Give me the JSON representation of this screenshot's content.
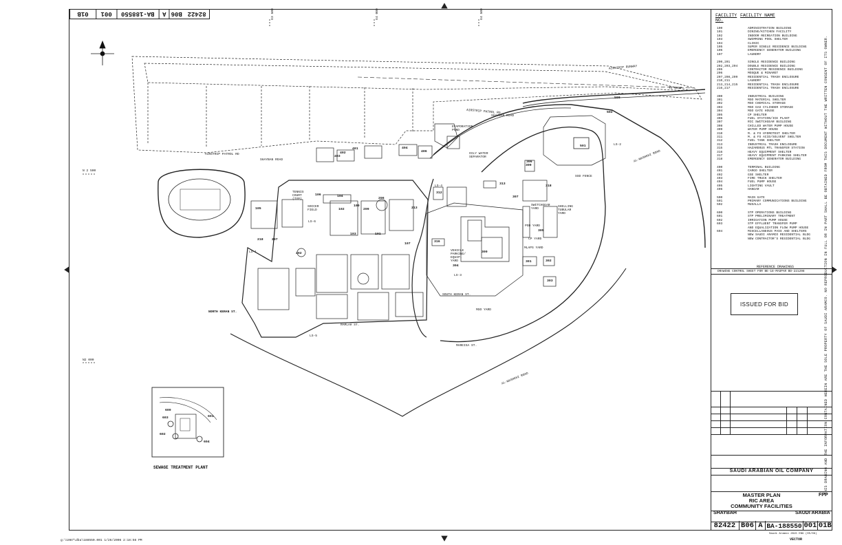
{
  "sheet": {
    "top_strip": {
      "number": "82422",
      "plant": "B06",
      "index": "A",
      "drawing": "BA-188550",
      "sheet": "001",
      "rev": "01B"
    },
    "side_note": "THIS DRAWING AND THE INFORMATION CONTAINED HEREIN ARE THE SOLE PROPERTY OF SAUDI ARAMCO. NO REPRODUCTION IN FULL OR IN PART SHALL BE OBTAINED FROM THIS DOCUMENT WITHOUT THE WRITTEN CONSENT OF ITS OWNER.",
    "issued": "ISSUED FOR BID",
    "company": "SAUDI ARABIAN OIL COMPANY",
    "title_lines": [
      "MASTER PLAN",
      "RIC AREA",
      "COMMUNITY FACILITIES"
    ],
    "loc_left": "SHAYBAH",
    "loc_right": "SAUDI ARABIA",
    "fpp": "FPP",
    "bottom_row": {
      "num": "82422",
      "plant": "B06",
      "idx": "A",
      "drawing": "BA-188550",
      "sheet": "001",
      "rev": "01B"
    },
    "footer": "g:\\1087\\dba\\188550.001  1/26/2006 2:18:56 PM",
    "vector": "VECTOR",
    "vector_sub": "Saudi Aramco 2615 ENG (05/09)",
    "sewage_title": "SEWAGE TREATMENT PLANT",
    "ref_drawings": "REFERENCE DRAWINGS",
    "ref_line": "DRAWING CONTROL SHEET FOR BE-18-MASPAR BD-221298"
  },
  "legend": {
    "head_no": "FACILITY NO.",
    "head_name": "FACILITY NAME",
    "groups": [
      [
        [
          "100",
          "ADMINISTRATION BUILDING"
        ],
        [
          "101",
          "DINING/KITCHEN FACILITY"
        ],
        [
          "102",
          "INDOOR RECREATION BUILDING"
        ],
        [
          "103",
          "SWIMMING POOL SHELTER"
        ],
        [
          "104",
          "CLINIC"
        ],
        [
          "105",
          "SUPER SINGLE RESIDENCE BUILDING"
        ],
        [
          "106",
          "EMERGENCY GENERATOR BUILDING"
        ],
        [
          "107",
          "LAUNDRY"
        ]
      ],
      [
        [
          "200,201",
          "SINGLE RESIDENCE BUILDING"
        ],
        [
          "202,203,204",
          "DOUBLE RESIDENCE BUILDING"
        ],
        [
          "205",
          "CONTRACTOR RESIDENCE BUILDING"
        ],
        [
          "206",
          "MOSQUE & MINARET"
        ],
        [
          "207,208,209",
          "RESIDENTIAL TRASH ENCLOSURE"
        ],
        [
          "210,211",
          "LAUNDRY"
        ],
        [
          "213,214,215",
          "RESIDENTIAL TRASH ENCLOSURE"
        ],
        [
          "216,217",
          "RESIDENTIAL TRASH ENCLOSURE"
        ]
      ],
      [
        [
          "300",
          "INDUSTRIAL BUILDING"
        ],
        [
          "301",
          "MSO MATERIAL SHELTER"
        ],
        [
          "302",
          "MSO CHEMICAL STORAGE"
        ],
        [
          "303",
          "MSO GAS CYLINDER STORAGE"
        ],
        [
          "304",
          "MSO GATE HOUSE"
        ],
        [
          "305",
          "CP SHELTER"
        ],
        [
          "306",
          "FUEL STATION/ICE PLANT"
        ],
        [
          "307",
          "RIC SWITCHGEAR BUILDING"
        ],
        [
          "308",
          "CHILLED WATER PUMP HOUSE"
        ],
        [
          "309",
          "WATER PUMP HOUSE"
        ],
        [
          "310",
          "M. & FS HYDROTEST SHELTER"
        ],
        [
          "311",
          "M. & FS ACID/SOLVENT SHELTER"
        ],
        [
          "312",
          "FUEL TANK SHELTER"
        ],
        [
          "313",
          "INDUSTRIAL TRASH ENCLOSURE"
        ],
        [
          "315",
          "HAZARDOUS MTL TRANSFER STATION"
        ],
        [
          "316",
          "HEAVY EQUIPMENT SHELTER"
        ],
        [
          "317",
          "HEAVY EQUIPMENT PARKING SHELTER"
        ],
        [
          "318",
          "EMERGENCY GENERATOR BUILDING"
        ]
      ],
      [
        [
          "400",
          "TERMINAL BUILDING"
        ],
        [
          "401",
          "CARGO SHELTER"
        ],
        [
          "402",
          "GSE SHELTER"
        ],
        [
          "403",
          "FIRE TRUCK SHELTER"
        ],
        [
          "404",
          "FUEL PUMP HOUSE"
        ],
        [
          "405",
          "LIGHTING VAULT"
        ],
        [
          "406",
          "HANGAR"
        ]
      ],
      [
        [
          "500",
          "MAIN GATE"
        ],
        [
          "501",
          "PRIMARY COMMUNICATIONS BUILDING"
        ],
        [
          "502",
          "MUSALLA"
        ]
      ],
      [
        [
          "600",
          "STP OPERATIONS BUILDING"
        ],
        [
          "601",
          "STP PRELIMINARY TREATMENT"
        ],
        [
          "602",
          "IRRIGATION PUMP HOUSE"
        ],
        [
          "603",
          "STP EFFLUENT TRANSFER PUMP"
        ],
        [
          "",
          "AND EQUALIZATION FLOW PUMP HOUSE"
        ],
        [
          "604",
          "MISCELLANEOUS PASS AND SHELTERS"
        ],
        [
          "",
          "NEW SAUDI ARAMCO RESIDENTIAL BLDG"
        ],
        [
          "",
          "NEW CONTRACTOR'S RESIDENTIAL BLDG"
        ]
      ]
    ]
  },
  "labels": {
    "airstrip_runway": "AIRSTRIP RUNWAY",
    "to_gosp": "TO GOSP",
    "airstrip_patrol": "AIRSTRIP PATROL RD",
    "airstrip_patrol2": "AIRSTRIP PATROL RD",
    "shayban_rd": "SHAYBAN ROAD",
    "shayban_rd2": "SHAYBAN ROAD",
    "evaporation": "EVAPORATION POND",
    "oily_water": "OILY WATER SEPARATOR",
    "al_washrd": "AL-WASHKHI ROAD",
    "al_washrd2": "AL-WASHKHI ROAD",
    "ssd_fence": "SSD FENCE",
    "tennis": "TENNIS COURT (TYP)",
    "soccer": "SOCCER FIELD",
    "switchgear": "SWITCHGEAR YARD",
    "shelling": "SHELLING TUBULAR YARD",
    "pod_yard": "POD YARD",
    "cp_yard": "CP YARD",
    "mlaps": "MLAPS YARD",
    "vehicle": "VEHICLE PARKING/ EQUIP. YARD",
    "south_keran": "SOUTH KERAN ST.",
    "north_keran": "NORTH KERAN ST.",
    "ramlah": "RAMLAH ST.",
    "mareisa": "MAREISA ST.",
    "mso_yard": "MSO YARD",
    "n2500": "N 2 500",
    "n2000": "N2 000",
    "e3500": "E3 500",
    "e4000": "E4 000",
    "e4500": "E4 500",
    "ls1": "LS-1",
    "ls2": "LS-2",
    "ls3": "LS-3",
    "ls4": "LS-4",
    "ls5": "LS-5",
    "ls6": "LS-6"
  },
  "numbers": [
    "100",
    "101",
    "102",
    "103",
    "104",
    "105",
    "106",
    "107",
    "202",
    "206",
    "209",
    "213",
    "218",
    "207",
    "300",
    "301",
    "302",
    "303",
    "304",
    "305",
    "306",
    "307",
    "309",
    "312",
    "313",
    "316",
    "318",
    "401",
    "402",
    "403",
    "404",
    "406",
    "500",
    "501",
    "502",
    "600",
    "601",
    "602",
    "603",
    "604"
  ]
}
